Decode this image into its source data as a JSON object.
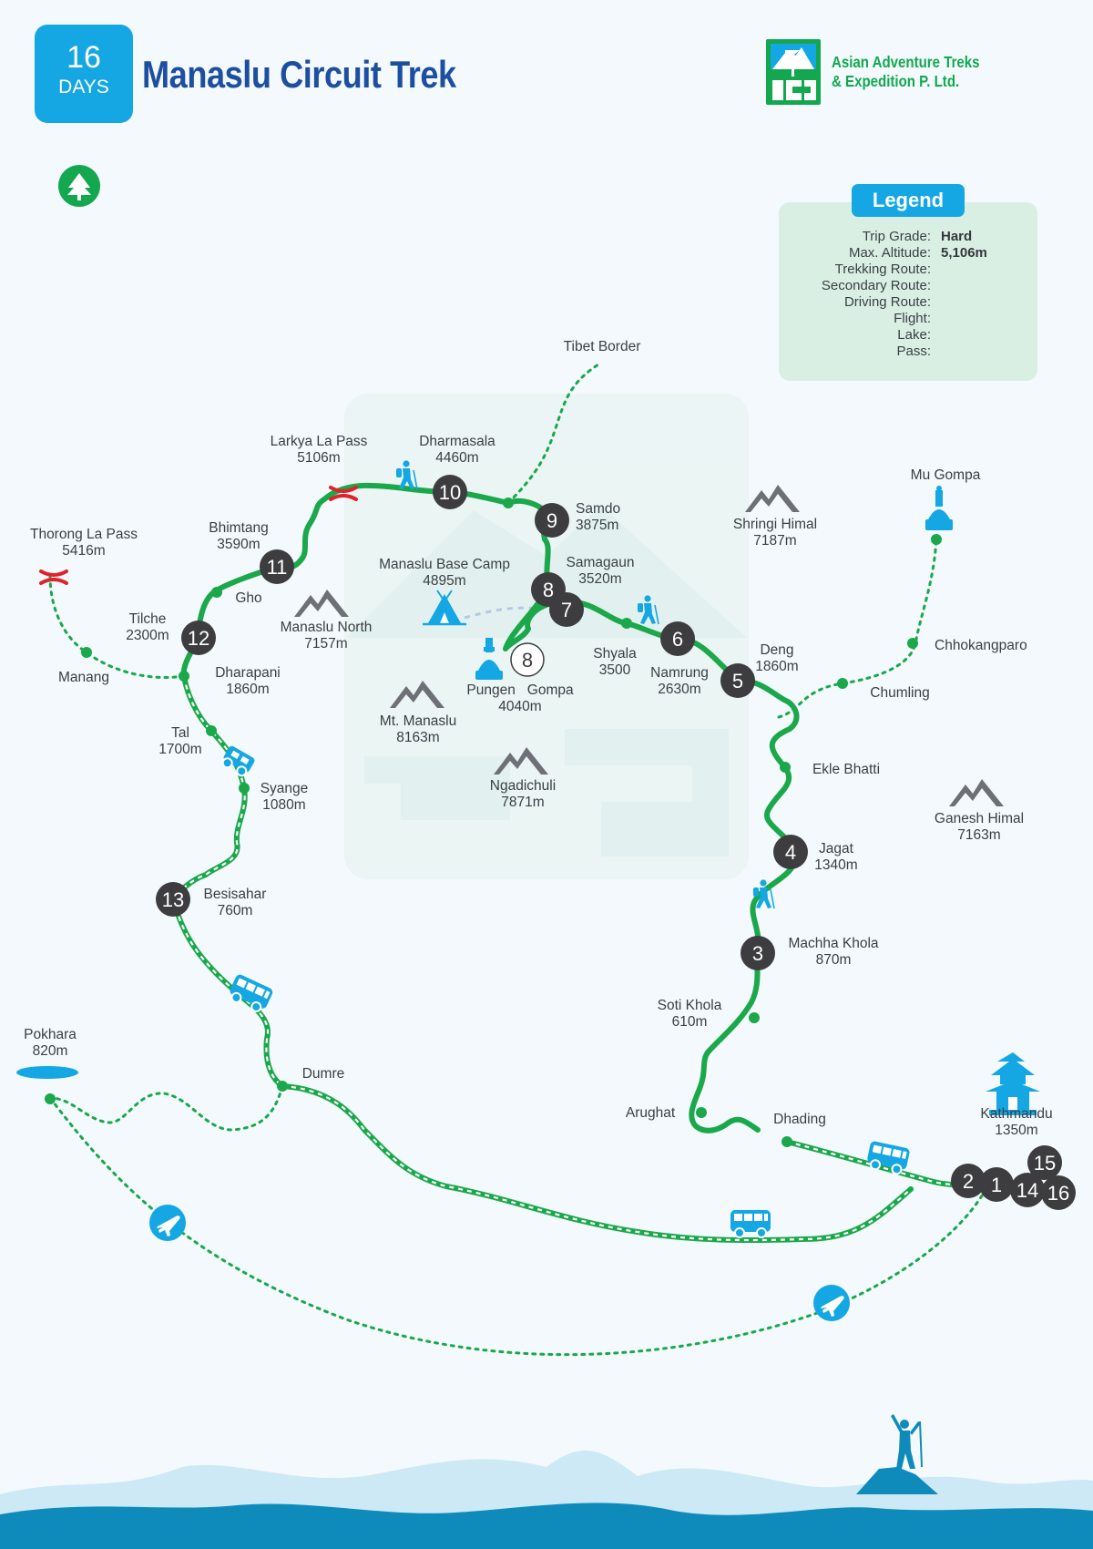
{
  "header": {
    "days_number": "16",
    "days_unit": "DAYS",
    "title": "Manaslu Circuit Trek",
    "company_line1": "Asian Adventure Treks",
    "company_line2": "& Expedition P. Ltd."
  },
  "legend": {
    "title": "Legend",
    "rows": [
      {
        "label": "Trip Grade:",
        "value": "Hard"
      },
      {
        "label": "Max. Altitude:",
        "value": "5,106m"
      },
      {
        "label": "Trekking Route:",
        "value": ""
      },
      {
        "label": "Secondary Route:",
        "value": ""
      },
      {
        "label": "Driving Route:",
        "value": ""
      },
      {
        "label": "Flight:",
        "value": ""
      },
      {
        "label": "Lake:",
        "value": ""
      },
      {
        "label": "Pass:",
        "value": ""
      }
    ]
  },
  "places": {
    "tibet_border": "Tibet Border",
    "larkya_la_pass": "Larkya La Pass",
    "larkya_la_alt": "5106m",
    "dharmasala": "Dharmasala",
    "dharmasala_alt": "4460m",
    "samdo": "Samdo",
    "samdo_alt": "3875m",
    "samagaun": "Samagaun",
    "samagaun_alt": "3520m",
    "manaslu_base_camp": "Manaslu Base Camp",
    "manaslu_base_camp_alt": "4895m",
    "bhimtang": "Bhimtang",
    "bhimtang_alt": "3590m",
    "gho": "Gho",
    "thorong_la_pass": "Thorong La Pass",
    "thorong_la_alt": "5416m",
    "tilche": "Tilche",
    "tilche_alt": "2300m",
    "manang": "Manang",
    "dharapani": "Dharapani",
    "dharapani_alt": "1860m",
    "manaslu_north": "Manaslu North",
    "manaslu_north_alt": "7157m",
    "pungen_gompa_1": "Pungen",
    "pungen_gompa_2": "Gompa",
    "pungen_gompa_alt": "4040m",
    "shyala": "Shyala",
    "shyala_alt": "3500",
    "namrung": "Namrung",
    "namrung_alt": "2630m",
    "deng": "Deng",
    "deng_alt": "1860m",
    "mu_gompa": "Mu Gompa",
    "shringi_himal": "Shringi Himal",
    "shringi_himal_alt": "7187m",
    "chhokangparo": "Chhokangparo",
    "chumling": "Chumling",
    "mt_manaslu": "Mt. Manaslu",
    "mt_manaslu_alt": "8163m",
    "tal": "Tal",
    "tal_alt": "1700m",
    "syange": "Syange",
    "syange_alt": "1080m",
    "ngadichuli": "Ngadichuli",
    "ngadichuli_alt": "7871m",
    "ekle_bhatti": "Ekle Bhatti",
    "ganesh_himal": "Ganesh Himal",
    "ganesh_himal_alt": "7163m",
    "jagat": "Jagat",
    "jagat_alt": "1340m",
    "besisahar": "Besisahar",
    "besisahar_alt": "760m",
    "machha_khola": "Machha Khola",
    "machha_khola_alt": "870m",
    "soti_khola": "Soti Khola",
    "soti_khola_alt": "610m",
    "pokhara": "Pokhara",
    "pokhara_alt": "820m",
    "dumre": "Dumre",
    "arughat": "Arughat",
    "dhading": "Dhading",
    "kathmandu": "Kathmandu",
    "kathmandu_alt": "1350m"
  },
  "day_markers": [
    "1",
    "2",
    "3",
    "4",
    "5",
    "6",
    "7",
    "8",
    "8",
    "9",
    "10",
    "11",
    "12",
    "13",
    "14",
    "15",
    "16"
  ],
  "colors": {
    "trek_route": "#1aa84a",
    "marker_dark": "#3d3d3f",
    "accent_blue": "#14a7e3",
    "title_blue": "#1d4fa0",
    "pass_red": "#e0222b",
    "mountain_grey": "#6d7075",
    "hills": "#0f8bbb"
  },
  "icons": [
    "tree-icon",
    "company-logo",
    "pass-icon",
    "mountain-icon",
    "hiker-icon",
    "tent-icon",
    "stupa-icon",
    "jeep-icon",
    "bus-icon",
    "plane-icon",
    "lake-icon",
    "temple-icon",
    "climber-silhouette"
  ]
}
